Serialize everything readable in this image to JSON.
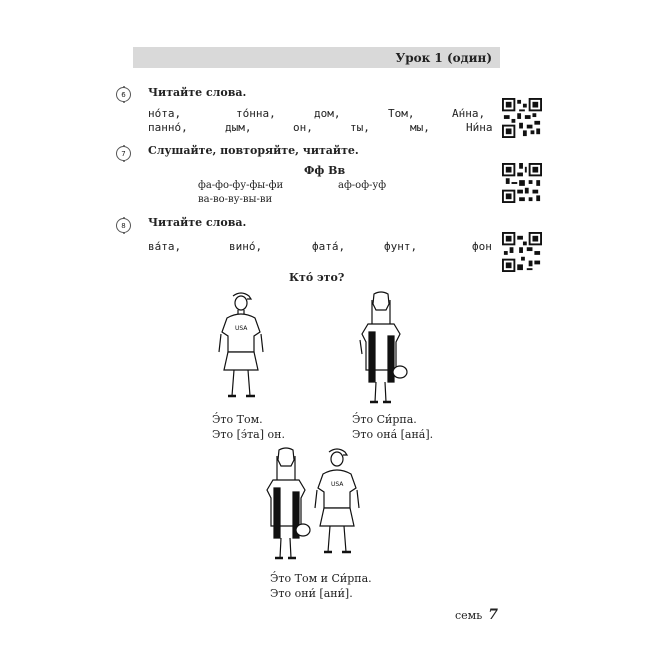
{
  "header": {
    "lesson": "Урок 1 (один)"
  },
  "exercises": [
    {
      "number": "6",
      "title": "Читайте слова.",
      "rows": [
        [
          "но́та,",
          "то́нна,",
          "дом,",
          "Том,",
          "А́нна,"
        ],
        [
          "панно́,",
          "дым,",
          "он,",
          "ты,",
          "мы,",
          "Ни́на"
        ]
      ]
    },
    {
      "number": "7",
      "title": "Слушайте, повторяйте, читайте.",
      "letters": "Фф Вв",
      "drills": [
        "фа-фо-фу-фы-фи",
        "аф-оф-уф",
        "ва-во-ву-вы-ви"
      ]
    },
    {
      "number": "8",
      "title": "Читайте слова.",
      "rows": [
        [
          "ва́та,",
          "вино́,",
          "фата́,",
          "фунт,",
          "фон"
        ]
      ]
    }
  ],
  "question": "Кто́ это?",
  "captions": {
    "tom": [
      "Э́то Том.",
      "Это [э́та] он."
    ],
    "sirpa": [
      "Э́то Си́рпа.",
      "Это она́ [ана́]."
    ],
    "both": [
      "Э́то Том и Си́рпа.",
      "Это они́ [ани́]."
    ]
  },
  "footer": {
    "word": "семь",
    "page": "7"
  }
}
